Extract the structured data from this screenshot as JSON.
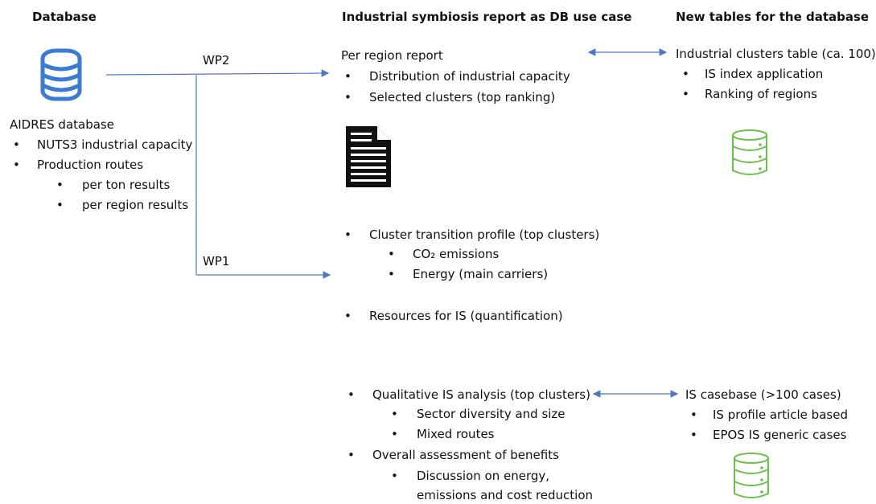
{
  "headers": {
    "database": "Database",
    "report": "Industrial symbiosis report as DB use case",
    "new_tables": "New tables for the database"
  },
  "left": {
    "db_name": "AIDRES database",
    "items": [
      "NUTS3 industrial capacity",
      "Production routes"
    ],
    "sub_items": [
      "per ton results",
      "per region results"
    ]
  },
  "wp_labels": {
    "wp2": "WP2",
    "wp1": "WP1"
  },
  "region_report": {
    "title": "Per region report",
    "items": [
      "Distribution of industrial capacity",
      "Selected clusters (top ranking)"
    ]
  },
  "cluster_section": {
    "item": "Cluster transition profile (top clusters)",
    "sub_items": [
      "CO₂ emissions",
      "Energy (main carriers)"
    ],
    "resources": "Resources for IS (quantification)"
  },
  "qualitative": {
    "item": "Qualitative IS analysis (top clusters)",
    "sub_items": [
      "Sector diversity and size",
      "Mixed routes"
    ],
    "overall": "Overall assessment of benefits",
    "overall_sub_line1": "Discussion on energy,",
    "overall_sub_line2": "emissions and cost reduction"
  },
  "clusters_table": {
    "title": "Industrial clusters table (ca. 100)",
    "items": [
      "IS index application",
      "Ranking of regions"
    ]
  },
  "casebase": {
    "title": "IS casebase (>100 cases)",
    "items": [
      "IS profile article based",
      "EPOS IS generic cases"
    ]
  },
  "bullet_char": "•",
  "colors": {
    "db_blue": "#3a7bd5",
    "db_green": "#6cc04a",
    "arrow": "#4a78c8"
  },
  "icons": [
    "database-icon",
    "document-icon"
  ]
}
